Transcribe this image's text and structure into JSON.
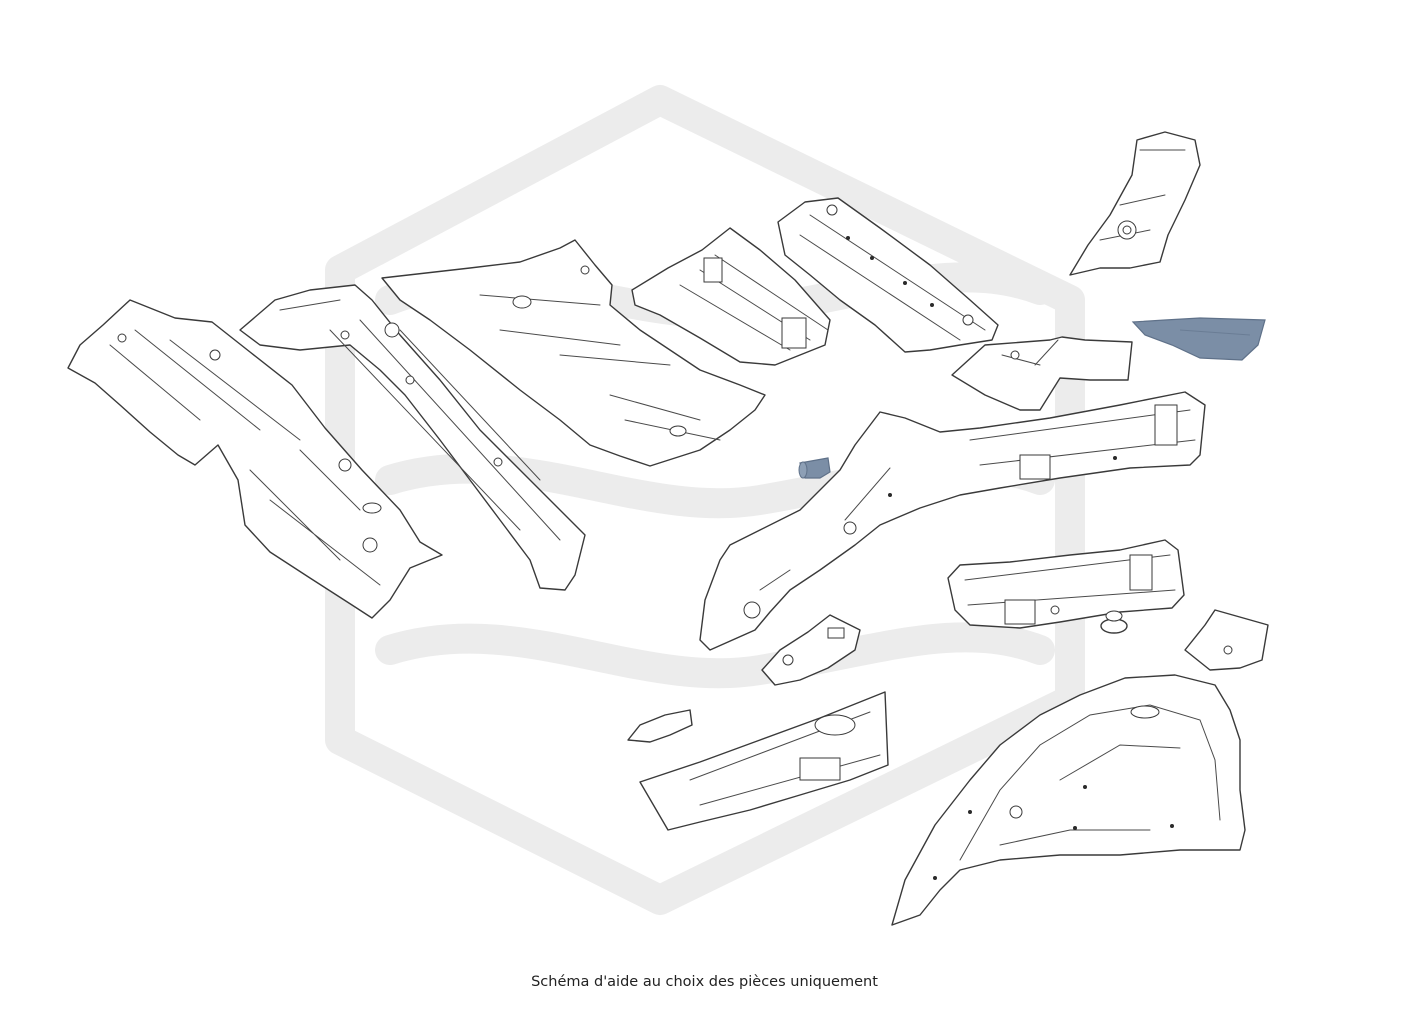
{
  "caption": "Schéma d'aide au choix des pièces uniquement",
  "colors": {
    "background": "#ffffff",
    "watermark": "#ececec",
    "outline": "#3a3a3a",
    "highlighted_part": "#7b8ea6"
  },
  "parts": [
    {
      "name": "front-floor-panel-left",
      "highlighted": false
    },
    {
      "name": "front-floor-panel-center",
      "highlighted": false
    },
    {
      "name": "rear-floor-panel",
      "highlighted": false
    },
    {
      "name": "seat-crossmember-left",
      "highlighted": false
    },
    {
      "name": "seat-crossmember-right",
      "highlighted": false
    },
    {
      "name": "shock-tower-bracket",
      "highlighted": false
    },
    {
      "name": "small-reinforcement-panel",
      "highlighted": true
    },
    {
      "name": "rear-bracket",
      "highlighted": false
    },
    {
      "name": "rear-frame-rail-long",
      "highlighted": false
    },
    {
      "name": "rubber-bump-stop",
      "highlighted": true
    },
    {
      "name": "rear-crossmember-frame",
      "highlighted": false
    },
    {
      "name": "mount-bushing",
      "highlighted": false
    },
    {
      "name": "corner-bracket",
      "highlighted": false
    },
    {
      "name": "jack-point-bracket",
      "highlighted": false
    },
    {
      "name": "small-clip-bracket",
      "highlighted": false
    },
    {
      "name": "side-sill-rail",
      "highlighted": false
    },
    {
      "name": "rear-wheelhouse-inner",
      "highlighted": false
    }
  ]
}
